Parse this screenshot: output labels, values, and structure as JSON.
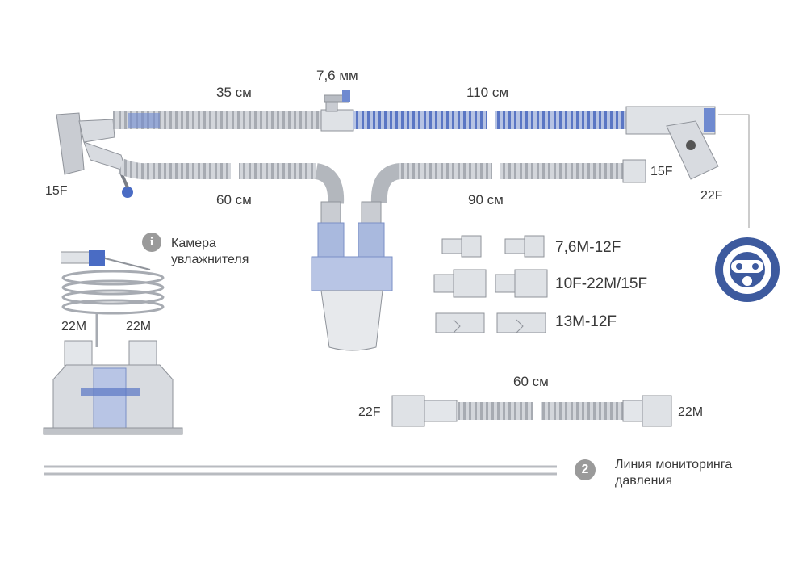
{
  "dimensions": {
    "insp_tube_length": "35 см",
    "water_trap_diameter": "7,6 мм",
    "insp_tube2_length": "110 см",
    "exp_tube_length": "60 см",
    "exp_tube2_length": "90 см",
    "extension_length": "60 см"
  },
  "connectors": {
    "wye_port": "15F",
    "exp_end": "15F",
    "humidifier_end": "22F",
    "chamber_left": "22M",
    "chamber_right": "22M",
    "ext_left": "22F",
    "ext_right": "22M"
  },
  "adapters": [
    {
      "label": "7,6M-12F"
    },
    {
      "label": "10F-22M/15F"
    },
    {
      "label": "13M-12F"
    }
  ],
  "callouts": {
    "chamber_num": "i",
    "chamber_text_1": "Камера",
    "chamber_text_2": "увлажнителя",
    "pressure_num": "2",
    "pressure_text_1": "Линия мониторинга",
    "pressure_text_2": "давления"
  },
  "colors": {
    "tube": "#c9cdd3",
    "blue": "#4a6cc4",
    "light_blue": "#a9b9de",
    "logo_blue": "#3d5a9e"
  }
}
